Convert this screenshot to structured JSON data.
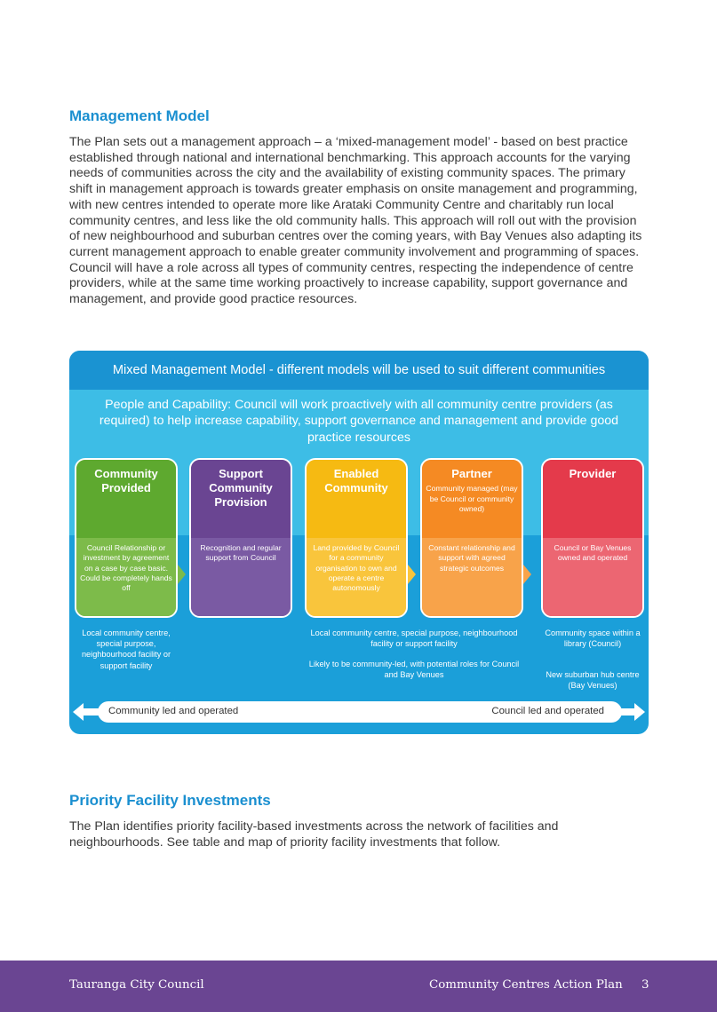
{
  "section1": {
    "heading": "Management Model",
    "paragraph": "The Plan sets out a management approach – a ‘mixed-management model’ - based on best practice established through national and international benchmarking.   This approach accounts for the varying needs of communities across the city and the availability of existing community spaces.  The primary shift in management approach is towards greater emphasis on onsite management and programming, with new centres intended to operate more like Arataki Community Centre and charitably run local community centres, and less like the old community halls. This approach will roll out with the provision of new neighbourhood and suburban centres over the coming years, with Bay Venues also adapting its current management approach to enable greater community involvement and programming of spaces. Council will have a role across all types of community centres, respecting the independence of centre providers, while at the same time working proactively to increase capability, support governance and management, and provide good practice resources."
  },
  "diagram": {
    "title": "Mixed Management Model - different models will be used to suit different communities",
    "people": "People and Capability: Council will work proactively with all community centre providers (as required) to help increase capability, support governance and management and provide good practice resources",
    "models": [
      {
        "title": "Community Provided",
        "subtitle": "",
        "body": "Council Relationship or investment by agreement on a case by case basic. Could be completely hands off",
        "color_top": "#5ea92f",
        "color_bottom": "#7dbb4a"
      },
      {
        "title": "Support Community Provision",
        "subtitle": "",
        "body": "Recognition and regular support from Council",
        "color_top": "#6a4592",
        "color_bottom": "#7a5aa3"
      },
      {
        "title": "Enabled Community",
        "subtitle": "",
        "body": "Land provided by Council for a community organisation to own and operate a centre autonomously",
        "color_top": "#f6ba12",
        "color_bottom": "#f9c53c"
      },
      {
        "title": "Partner",
        "subtitle": "Community managed (may be Council or community owned)",
        "body": "Constant relationship and support with agreed strategic outcomes",
        "color_top": "#f58a23",
        "color_bottom": "#f8a34a"
      },
      {
        "title": "Provider",
        "subtitle": "",
        "body": "Council or Bay Venues owned and operated",
        "color_top": "#e43a4b",
        "color_bottom": "#ec6672"
      }
    ],
    "below": {
      "col1": "Local community centre, special purpose, neighbourhood facility or support facility",
      "col3a": "Local community centre, special purpose, neighbourhood facility or support facility",
      "col3b": "Likely to be community-led, with potential roles for Council and Bay Venues",
      "col5a": "Community space within a library (Council)",
      "col5b": "New suburban hub centre (Bay Venues)"
    },
    "scale": {
      "left": "Community led and operated",
      "right": "Council led and operated"
    }
  },
  "section2": {
    "heading": "Priority Facility Investments",
    "paragraph": "The Plan identifies priority facility-based investments across the network of facilities and neighbourhoods. See table and map of priority facility investments that follow."
  },
  "footer": {
    "org": "Tauranga City Council",
    "doc": "Community Centres Action Plan",
    "page": "3"
  }
}
